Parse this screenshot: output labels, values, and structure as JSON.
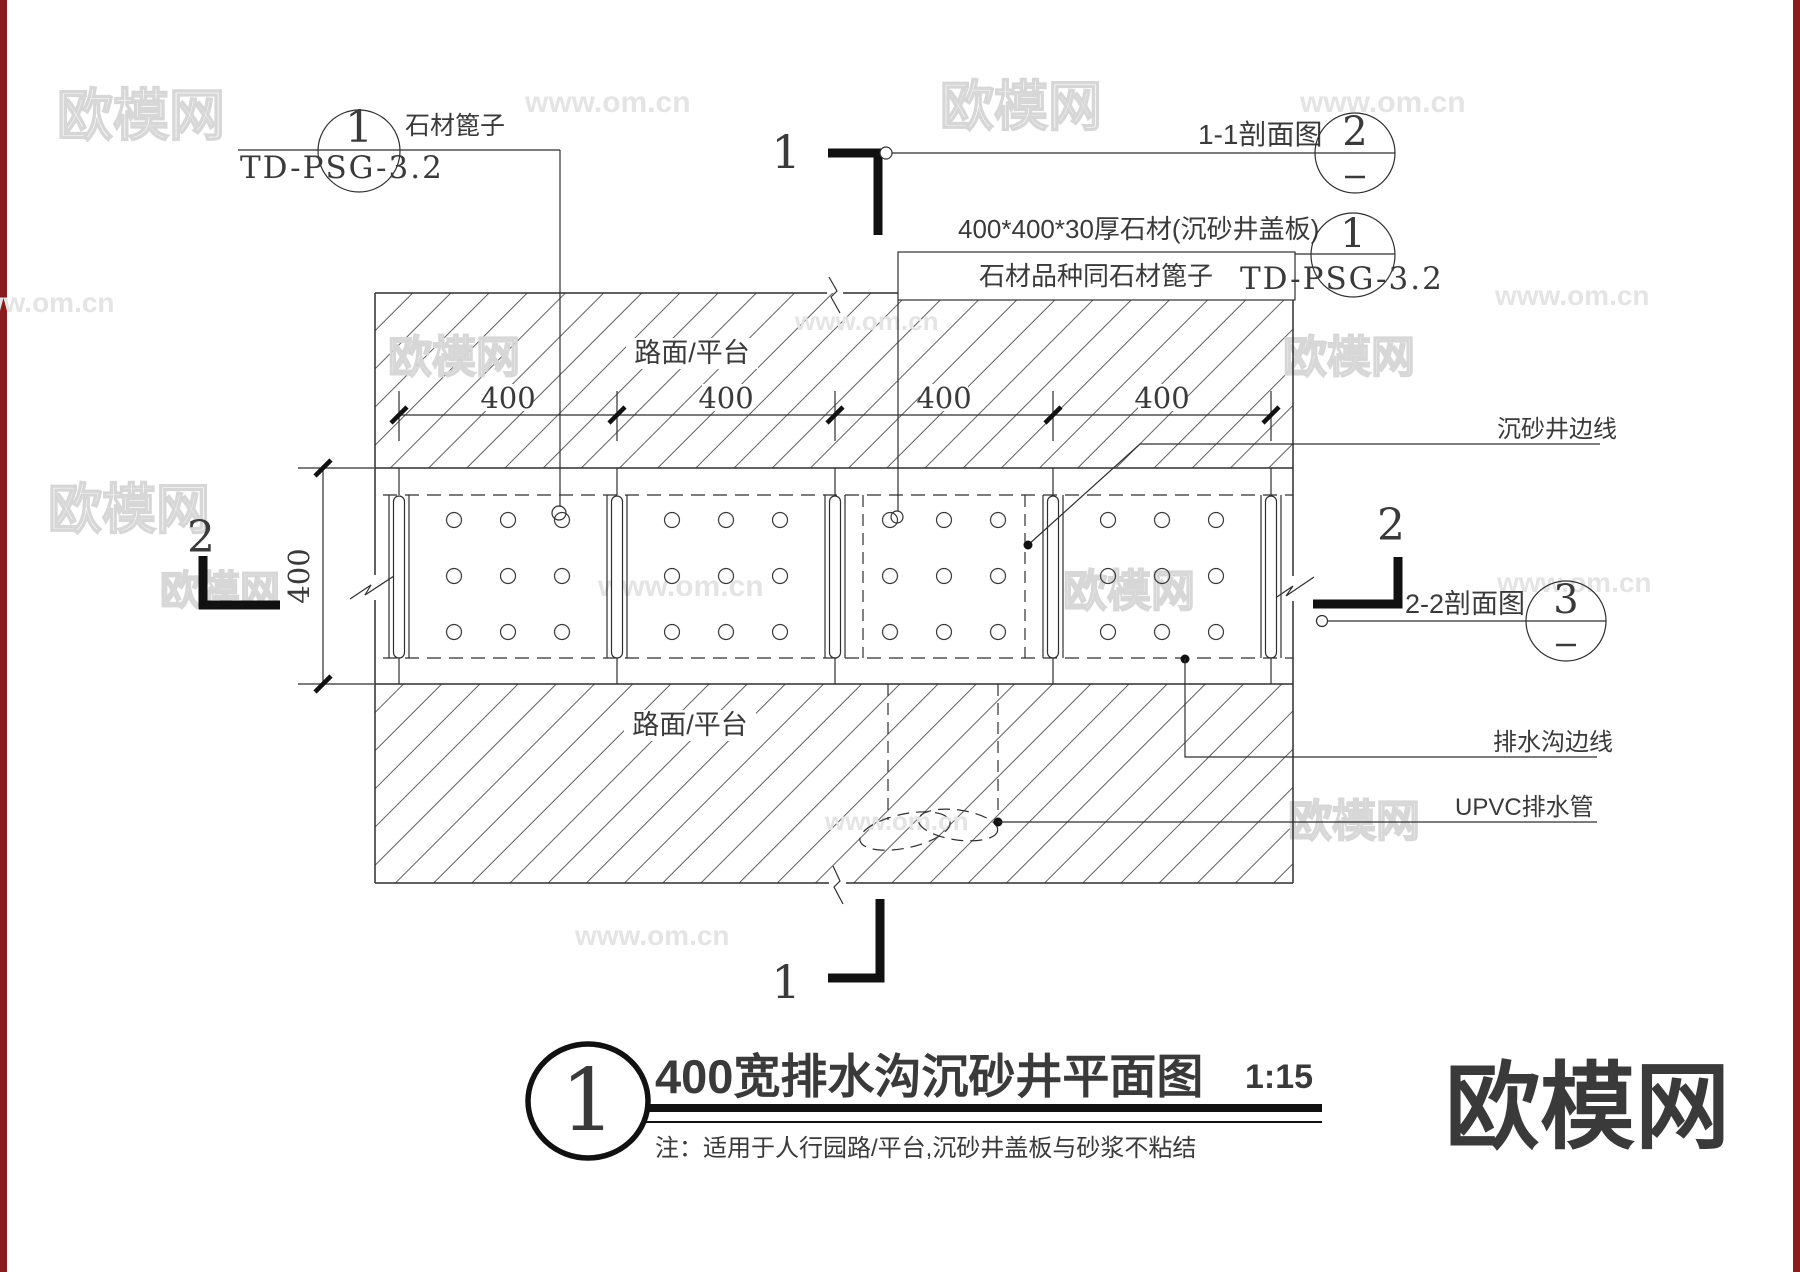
{
  "drawing_title_block": {
    "bubble_number": "1",
    "title": "400宽排水沟沉砂井平面图",
    "scale": "1:15",
    "note": "注：适用于人行园路/平台,沉砂井盖板与砂浆不粘结"
  },
  "callouts": {
    "top_left_detail": {
      "bubble_number": "1",
      "code": "TD-PSG-3.2",
      "leader_label": "石材篦子"
    },
    "section_1_1": {
      "label": "1-1剖面图",
      "bubble_number": "2",
      "bubble_sub": "—"
    },
    "cover_plate_note": "400*400*30厚石材(沉砂井盖板)",
    "stone_type_note": "石材品种同石材篦子",
    "top_right_detail": {
      "bubble_number": "1",
      "code": "TD-PSG-3.2"
    },
    "section_2_2": {
      "label": "2-2剖面图",
      "bubble_number": "3",
      "bubble_sub": "—"
    }
  },
  "section_markers": {
    "top": "1",
    "bottom": "1",
    "left": "2",
    "right": "2"
  },
  "labels": {
    "pavement_top": "路面/平台",
    "pavement_bottom": "路面/平台",
    "sand_well_edge": "沉砂井边线",
    "drain_edge": "排水沟边线",
    "upvc_pipe": "UPVC排水管"
  },
  "dimensions": {
    "horizontal": [
      "400",
      "400",
      "400",
      "400"
    ],
    "vertical": "400"
  },
  "watermarks": {
    "brand": "欧模网",
    "url": "www.om.cn"
  },
  "logo": {
    "text": "欧模网"
  },
  "colors": {
    "line": "#2f2f2f",
    "hatch": "#5f5f5f",
    "edge_bar": "#8a1c1c",
    "watermark": "#d7d7d7",
    "logo_gray": "#9c9c9c"
  }
}
